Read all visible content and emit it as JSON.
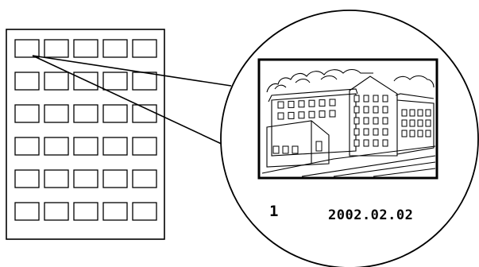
{
  "sheet": {
    "rows": 6,
    "columns": 5
  },
  "magnified_photo": {
    "frame_number": "1",
    "date": "2002.02.02"
  }
}
